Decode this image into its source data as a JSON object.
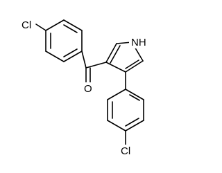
{
  "molecule": {
    "atoms": {
      "cl_top": "Cl",
      "oxygen": "O",
      "nh": "NH",
      "cl_bottom": "Cl"
    }
  }
}
